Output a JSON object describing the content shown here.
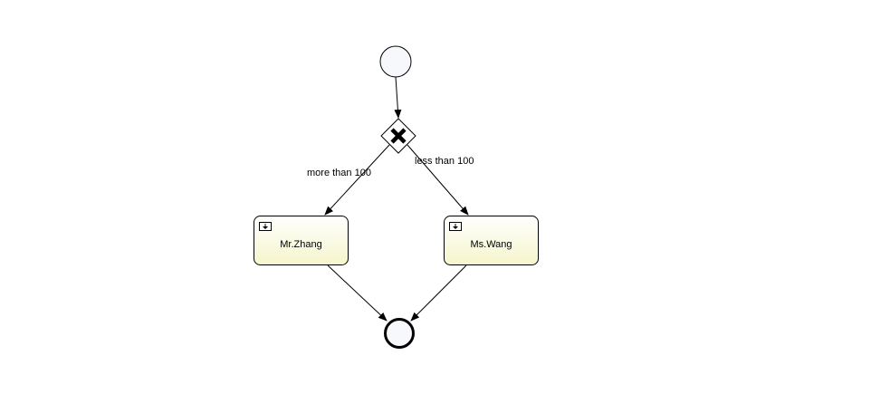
{
  "diagram": {
    "start_event": {},
    "gateway": {
      "icon": "x-cross-icon"
    },
    "flows": {
      "left_label": "more than 100",
      "right_label": "less than 100"
    },
    "tasks": [
      {
        "label": "Mr.Zhang",
        "icon": "user-task-icon"
      },
      {
        "label": "Ms.Wang",
        "icon": "user-task-icon"
      }
    ],
    "end_event": {},
    "colors": {
      "task_fill_top": "#ffffff",
      "task_fill_bottom": "#f5f5cc",
      "event_fill": "#f7f8fc",
      "stroke": "#000000"
    }
  }
}
